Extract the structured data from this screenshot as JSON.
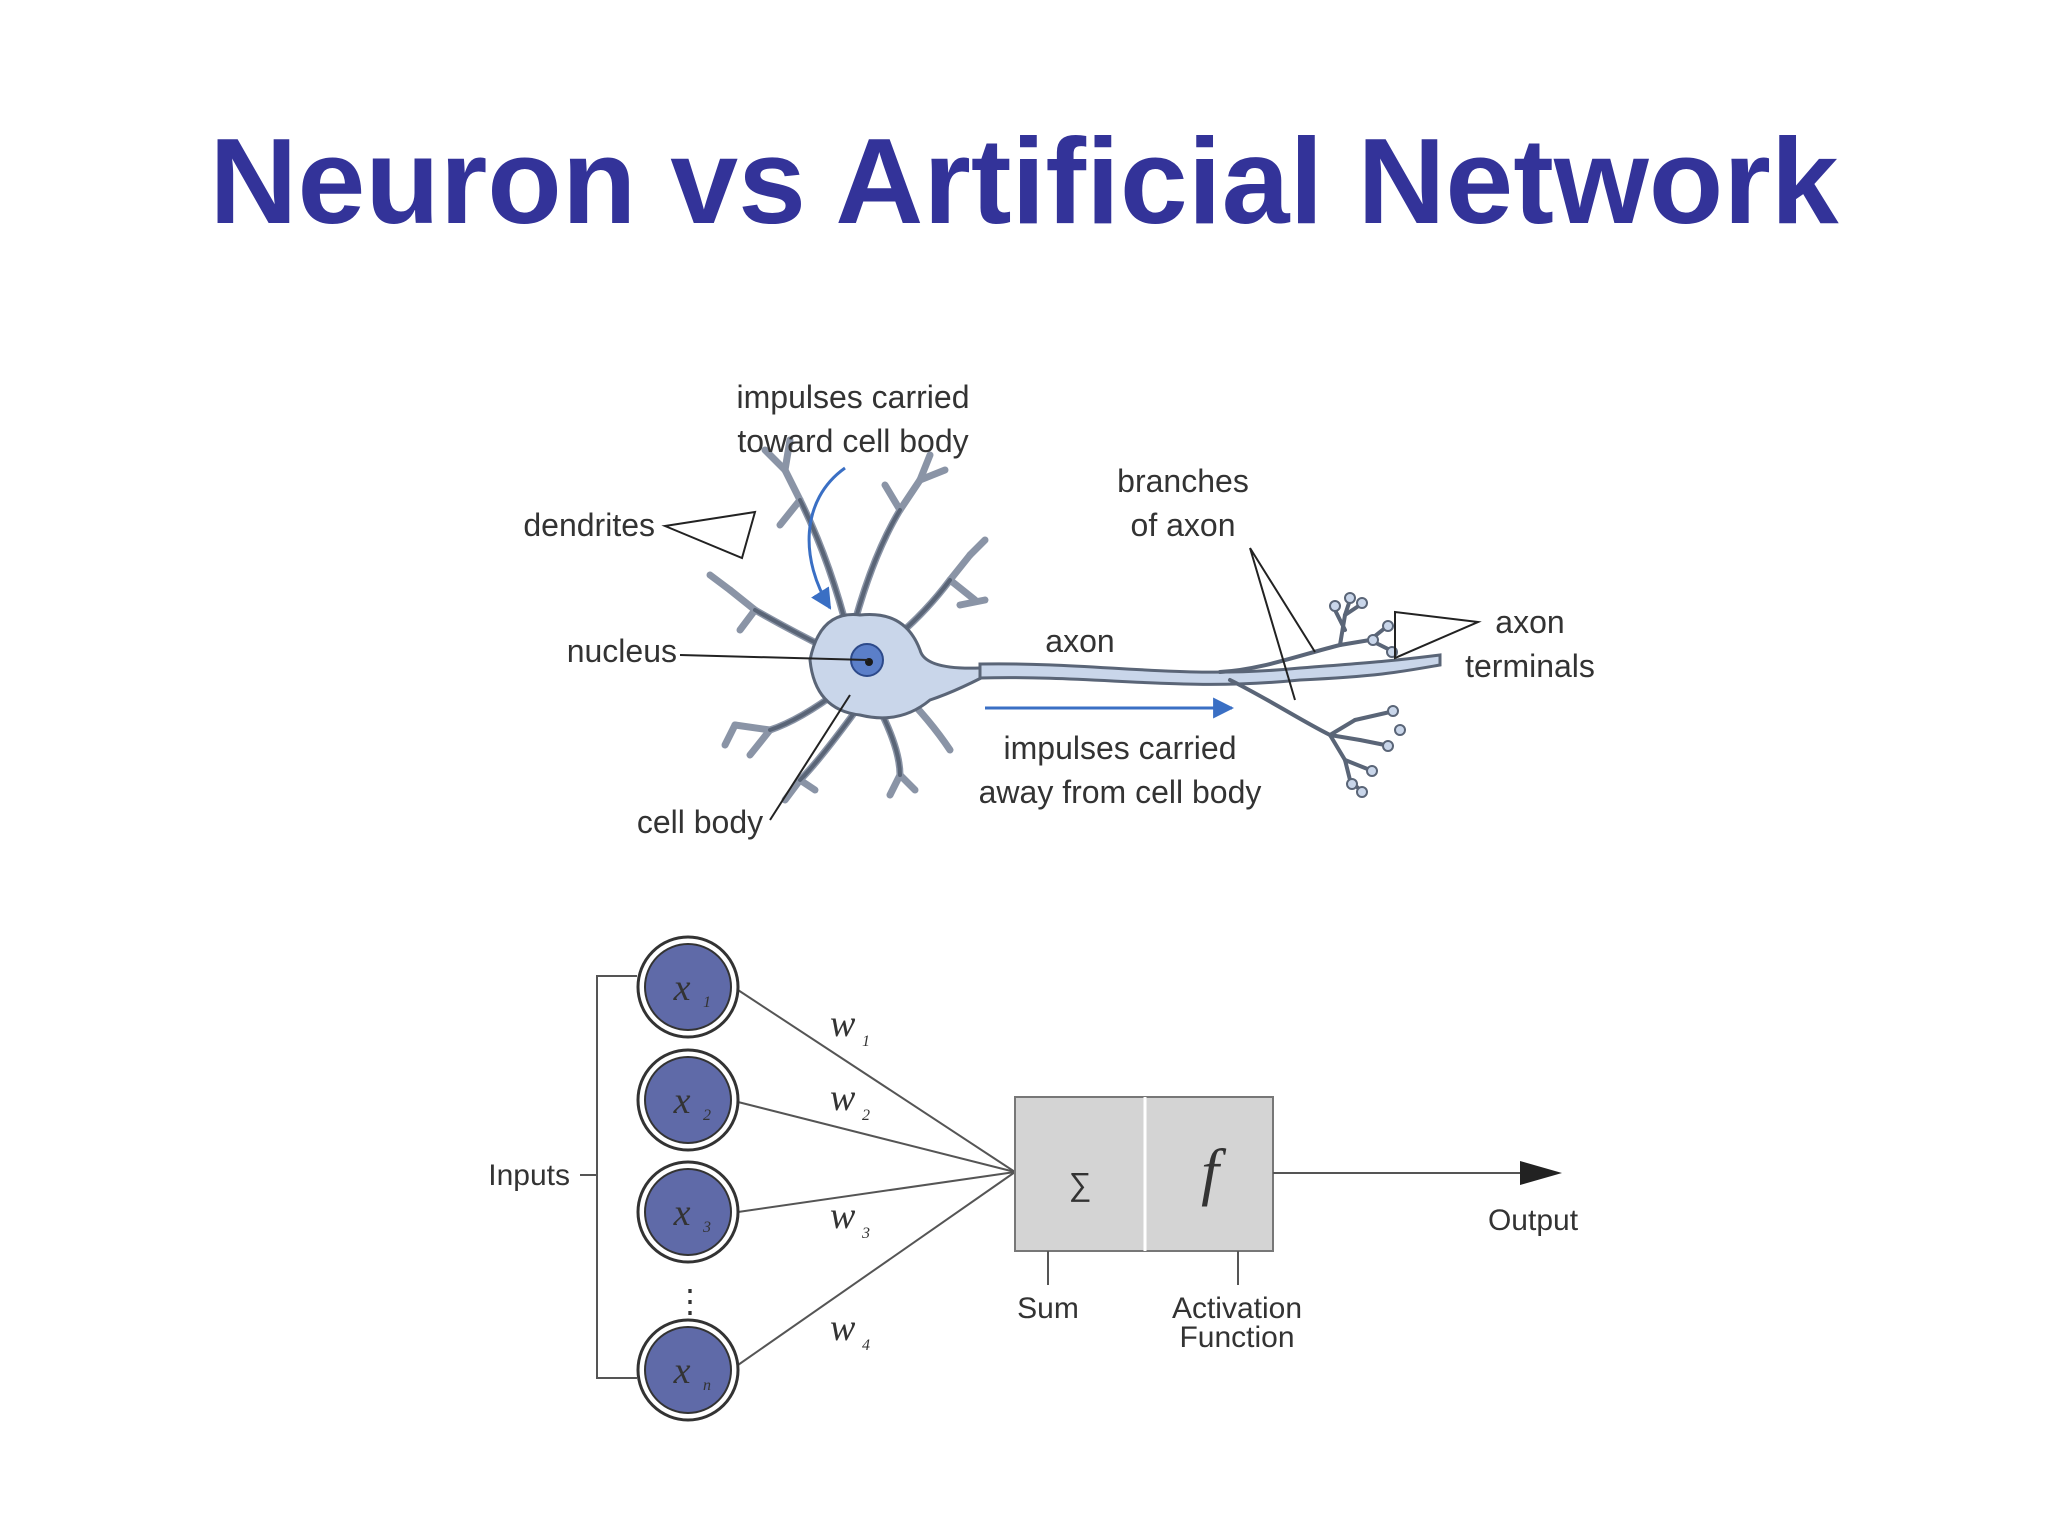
{
  "title": "Neuron vs Artificial Network",
  "neuron_diagram": {
    "labels": {
      "impulses_toward_line1": "impulses carried",
      "impulses_toward_line2": "toward cell body",
      "dendrites": "dendrites",
      "nucleus": "nucleus",
      "cell_body": "cell body",
      "axon": "axon",
      "branches_line1": "branches",
      "branches_line2": "of axon",
      "axon_terminals_line1": "axon",
      "axon_terminals_line2": "terminals",
      "impulses_away_line1": "impulses carried",
      "impulses_away_line2": "away from cell body"
    },
    "colors": {
      "cell": "#c9d6ea",
      "cell_outline": "#5a6577",
      "nucleus": "#5b7fc9",
      "arrow": "#3a6fc4"
    }
  },
  "perceptron_diagram": {
    "inputs_label": "Inputs",
    "nodes": [
      {
        "var": "x",
        "sub": "1"
      },
      {
        "var": "x",
        "sub": "2"
      },
      {
        "var": "x",
        "sub": "3"
      },
      {
        "var": "x",
        "sub": "n"
      }
    ],
    "weights": [
      {
        "var": "w",
        "sub": "1"
      },
      {
        "var": "w",
        "sub": "2"
      },
      {
        "var": "w",
        "sub": "3"
      },
      {
        "var": "w",
        "sub": "4"
      }
    ],
    "ellipsis": "⋮",
    "sum_symbol": "∑",
    "activation_symbol": "f",
    "sum_label": "Sum",
    "activation_line1": "Activation",
    "activation_line2": "Function",
    "output_label": "Output",
    "colors": {
      "node_fill": "#5f6aa8",
      "box_fill": "#d4d4d4",
      "line": "#555555"
    }
  }
}
